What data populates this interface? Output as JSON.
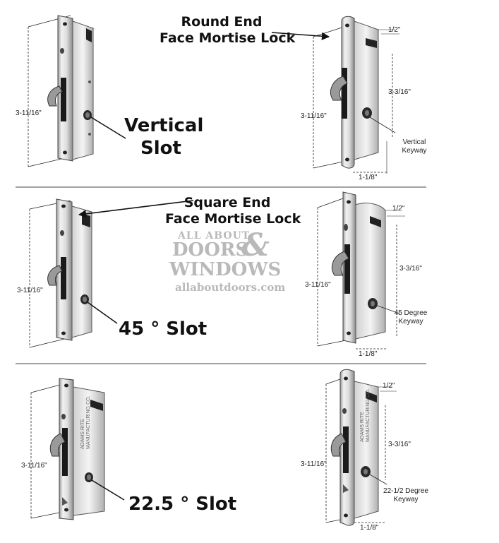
{
  "sections": [
    {
      "slot_label_line1": "Vertical",
      "slot_label_line2": "Slot",
      "title_line1": "Round End",
      "title_line2": "Face Mortise Lock",
      "left_height": "3-11/16\"",
      "right_height": "3-11/16\"",
      "right_top_width": "1/2\"",
      "right_keyway_height": "3-3/16\"",
      "right_bottom_width": "1-1/8\"",
      "keyway_line1": "Vertical",
      "keyway_line2": "Keyway"
    },
    {
      "slot_label": "45 ° Slot",
      "title_line1": "Square End",
      "title_line2": "Face Mortise Lock",
      "left_height": "3-11/16\"",
      "right_height": "3-11/16\"",
      "right_top_width": "1/2\"",
      "right_keyway_height": "3-3/16\"",
      "right_bottom_width": "1-1/8\"",
      "keyway_line1": "45 Degree",
      "keyway_line2": "Keyway"
    },
    {
      "slot_label": "22.5 ° Slot",
      "left_height": "3-11/16\"",
      "right_height": "3-11/16\"",
      "right_top_width": "1/2\"",
      "right_keyway_height": "3-3/16\"",
      "right_bottom_width": "1-1/8\"",
      "keyway_line1": "22-1/2 Degree",
      "keyway_line2": "Keyway",
      "engraving_line1": "ADAMS RITE",
      "engraving_line2": "MANUFACTURING CO."
    }
  ],
  "watermark": {
    "line1": "ALL ABOUT",
    "line2": "DOORS",
    "ampersand": "&",
    "line3": "WINDOWS",
    "url": "allaboutdoors.com"
  },
  "colors": {
    "metal_light": "#e8e8e8",
    "metal_mid": "#bdbdbd",
    "metal_dark": "#555555",
    "watermark": "#b9b9b9",
    "divider": "#444444"
  }
}
